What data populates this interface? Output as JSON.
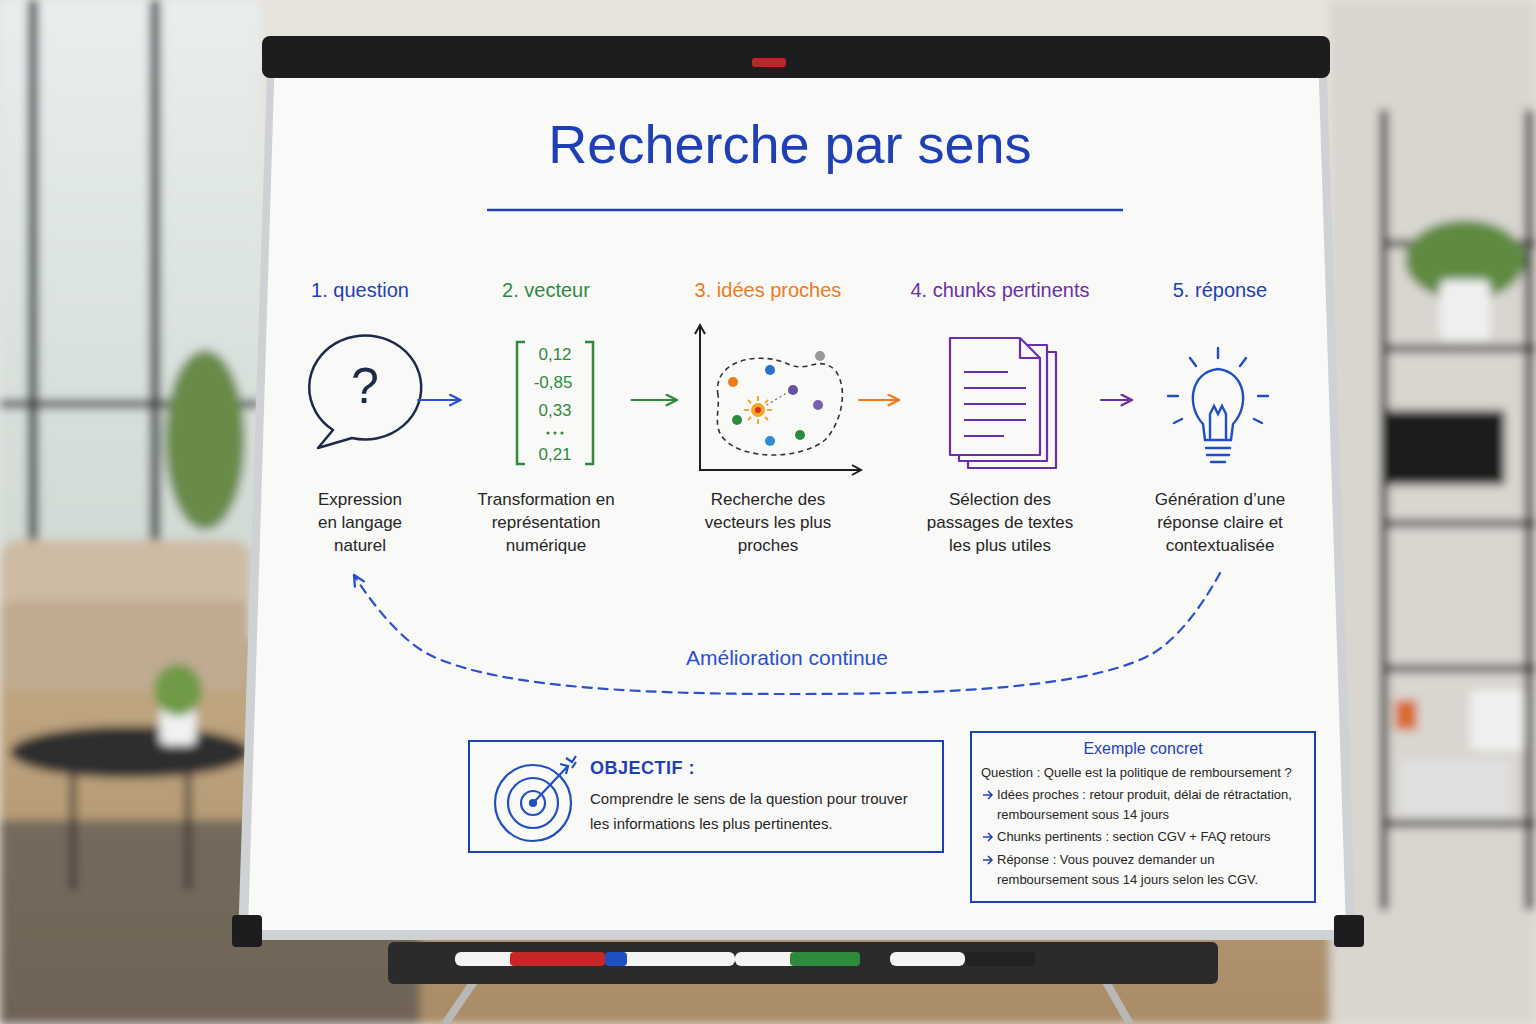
{
  "diagram": {
    "title": "Recherche par sens",
    "nodes": [
      {
        "text": [
          "1. question",
          "Expression en langage naturel"
        ]
      },
      {
        "text": [
          "2. vecteur",
          "Transformation en représentation numérique"
        ]
      },
      {
        "text": [
          "3. idées proches",
          "Recherche des vecteurs les plus proches"
        ]
      },
      {
        "text": [
          "4. chunks pertinents",
          "Sélection des passages de textes les plus utiles"
        ]
      },
      {
        "text": [
          "5. réponse",
          "Génération d’une réponse claire et contextualisée"
        ]
      },
      {
        "text": [
          "OBJECTIF :",
          "Comprendre le sens de la question pour trouver les informations les plus pertinentes."
        ]
      },
      {
        "text": [
          "Exemple concret",
          "Question : Quelle est la politique de remboursement ?",
          "Idées proches : retour produit, délai de rétractation, remboursement sous 14 jours",
          "Chunks pertinents : section CGV + FAQ retours",
          "Réponse : Vous pouvez demander un remboursement sous 14 jours selon les CGV."
        ]
      }
    ],
    "edges": [
      {
        "from": 0,
        "to": 1,
        "arrow": "to"
      },
      {
        "from": 1,
        "to": 2,
        "arrow": "to"
      },
      {
        "from": 2,
        "to": 3,
        "arrow": "to"
      },
      {
        "from": 3,
        "to": 4,
        "arrow": "to"
      },
      {
        "from": 4,
        "to": 0,
        "label": "Amélioration continue",
        "arrow": "to"
      }
    ],
    "labels": [
      "?",
      "0,12",
      "-0,85",
      "0,33",
      "0,21"
    ]
  }
}
